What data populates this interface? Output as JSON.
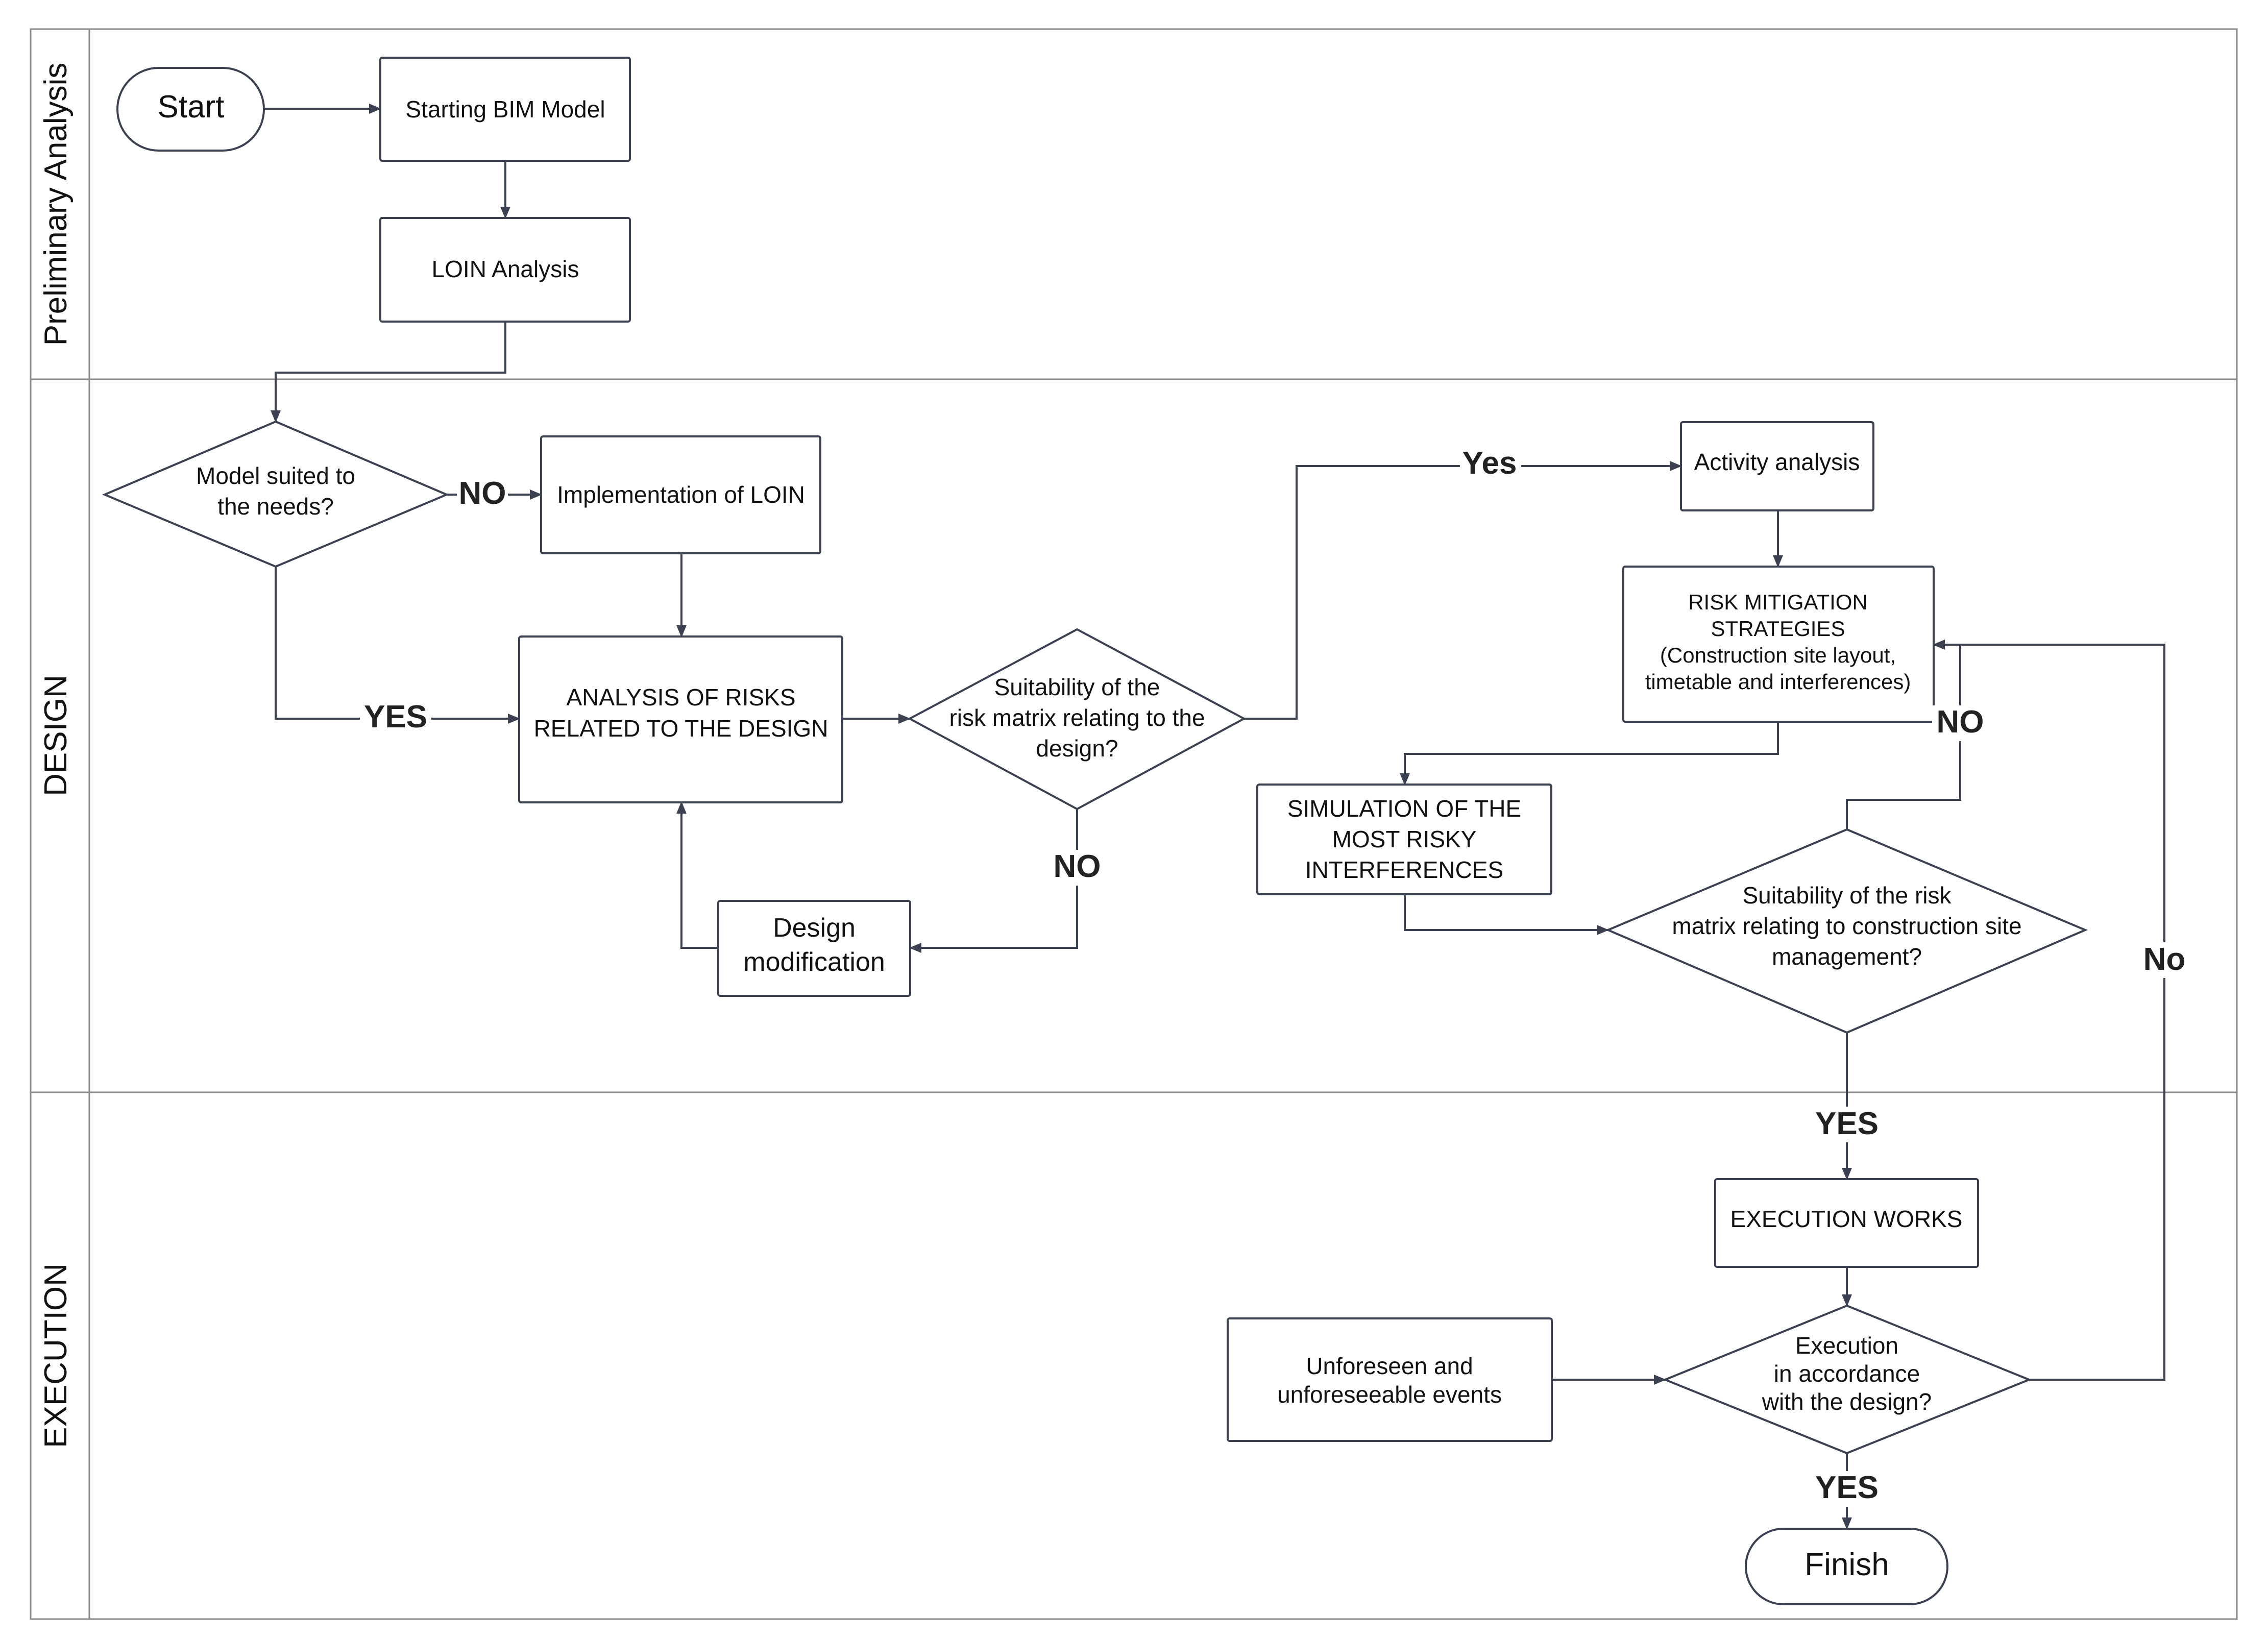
{
  "lanes": {
    "preliminary": "Preliminary Analysis",
    "design": "DESIGN",
    "execution": "EXECUTION"
  },
  "nodes": {
    "start": "Start",
    "starting_bim": "Starting BIM Model",
    "loin_analysis": "LOIN Analysis",
    "model_suited": [
      "Model suited to",
      "the needs?"
    ],
    "implementation_loin": "Implementation of LOIN",
    "analysis_risks": [
      "ANALYSIS OF RISKS",
      "RELATED TO THE DESIGN"
    ],
    "suitability_design": [
      "Suitability of the",
      "risk matrix relating to the",
      "design?"
    ],
    "design_modification": [
      "Design",
      "modification"
    ],
    "activity_analysis": "Activity analysis",
    "risk_mitigation": [
      "RISK MITIGATION",
      "STRATEGIES",
      "(Construction site layout,",
      "timetable and interferences)"
    ],
    "simulation": [
      "SIMULATION OF THE",
      "MOST RISKY",
      "INTERFERENCES"
    ],
    "suitability_site": [
      "Suitability of the risk",
      "matrix relating to construction site",
      "management?"
    ],
    "execution_works": "EXECUTION WORKS",
    "unforeseen": [
      "Unforeseen and",
      "unforeseeable events"
    ],
    "execution_accordance": [
      "Execution",
      "in accordance",
      "with the design?"
    ],
    "finish": "Finish"
  },
  "edge_labels": {
    "model_no": "NO",
    "model_yes": "YES",
    "design_yes": "Yes",
    "design_no": "NO",
    "site_no": "NO",
    "site_yes": "YES",
    "execution_no": "No",
    "execution_yes": "YES"
  }
}
